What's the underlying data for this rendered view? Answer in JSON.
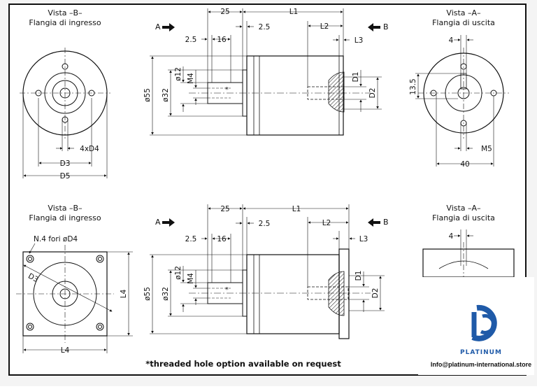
{
  "top": {
    "view_b": {
      "title": "Vista –B–",
      "subtitle": "Flangia di ingresso",
      "holes": "4xD4",
      "d3": "D3",
      "d5": "D5"
    },
    "side": {
      "arrow_a": "A",
      "arrow_b": "B",
      "dim_25": "25",
      "dim_l1": "L1",
      "dim_25b": "2.5",
      "dim_25c": "2.5",
      "dim_16": "16",
      "dim_l2": "L2",
      "dim_l3": "L3",
      "dia55": "ø55",
      "dia32": "ø32",
      "dia12": "ø12",
      "m4": "M4",
      "star": "*",
      "d1": "D1",
      "d2": "D2"
    },
    "view_a": {
      "title": "Vista –A–",
      "subtitle": "Flangia di uscita",
      "dim_4": "4",
      "dim_135": "13.5",
      "m5": "M5",
      "dim_40": "40"
    }
  },
  "bottom": {
    "view_b": {
      "title": "Vista –B–",
      "subtitle": "Flangia di ingresso",
      "holes": "N.4 fori øD4",
      "d3": "D3",
      "l4_right": "L4",
      "l4_bottom": "L4"
    },
    "side": {
      "arrow_a": "A",
      "arrow_b": "B",
      "dim_25": "25",
      "dim_l1": "L1",
      "dim_25b": "2.5",
      "dim_25c": "2.5",
      "dim_16": "16",
      "dim_l2": "L2",
      "dim_l3": "L3",
      "dia55": "ø55",
      "dia32": "ø32",
      "dia12": "ø12",
      "m4": "M4",
      "star": "*",
      "d1": "D1",
      "d2": "D2"
    },
    "view_a": {
      "title": "Vista –A–",
      "subtitle": "Flangia di uscita",
      "dim_4": "4"
    }
  },
  "note": "*threaded hole option available on request",
  "brand": {
    "name": "PLATINUM",
    "email": "Info@platinum-international.store"
  }
}
